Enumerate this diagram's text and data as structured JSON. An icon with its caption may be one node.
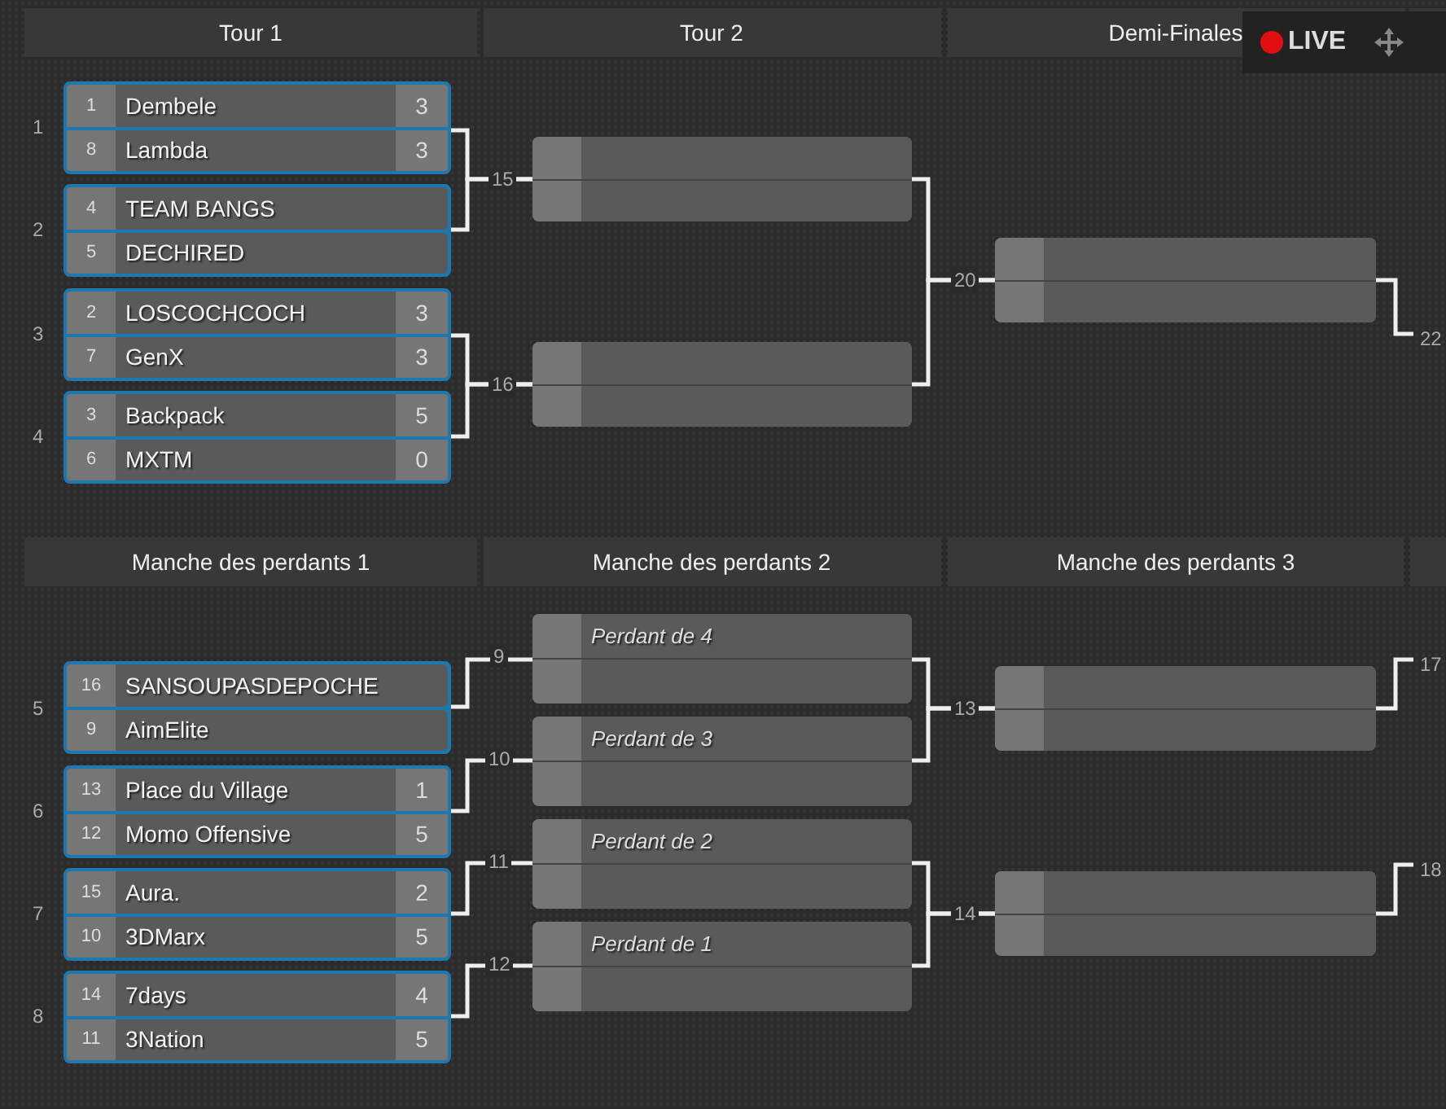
{
  "diagram": {
    "nodes": [
      {
        "text": [
          "1",
          "Dembele",
          "3",
          "8",
          "Lambda",
          "3"
        ],
        "beside": [
          "1"
        ]
      },
      {
        "text": [
          "4",
          "TEAM BANGS",
          "5",
          "DECHIRED"
        ],
        "beside": [
          "2"
        ]
      },
      {
        "text": [
          "2",
          "LOSCOCHCOCH",
          "3",
          "7",
          "GenX",
          "3"
        ],
        "beside": [
          "3"
        ]
      },
      {
        "text": [
          "3",
          "Backpack",
          "5",
          "6",
          "MXTM",
          "0"
        ],
        "beside": [
          "4"
        ]
      },
      {
        "text": [],
        "shape": "box",
        "beside": [
          "15"
        ]
      },
      {
        "text": [],
        "shape": "box",
        "beside": [
          "16"
        ]
      },
      {
        "text": [],
        "shape": "box",
        "beside": [
          "20"
        ]
      },
      {
        "text": [
          "16",
          "SANSOUPASDEPOCHE",
          "9",
          "AimElite"
        ],
        "beside": [
          "5"
        ]
      },
      {
        "text": [
          "13",
          "Place du Village",
          "1",
          "12",
          "Momo Offensive",
          "5"
        ],
        "beside": [
          "6"
        ]
      },
      {
        "text": [
          "15",
          "Aura.",
          "2",
          "10",
          "3DMarx",
          "5"
        ],
        "beside": [
          "7"
        ]
      },
      {
        "text": [
          "14",
          "7days",
          "4",
          "11",
          "3Nation",
          "5"
        ],
        "beside": [
          "8"
        ]
      },
      {
        "text": [
          "Perdant de 4"
        ],
        "beside": [
          "9"
        ]
      },
      {
        "text": [
          "Perdant de 3"
        ],
        "beside": [
          "10"
        ]
      },
      {
        "text": [
          "Perdant de 2"
        ],
        "beside": [
          "11"
        ]
      },
      {
        "text": [
          "Perdant de 1"
        ],
        "beside": [
          "12"
        ]
      },
      {
        "text": [],
        "shape": "box",
        "beside": [
          "13"
        ]
      },
      {
        "text": [],
        "shape": "box",
        "beside": [
          "14"
        ]
      }
    ],
    "edges": [
      {
        "from": 0,
        "to": 4,
        "arrow": "none"
      },
      {
        "from": 1,
        "to": 4,
        "arrow": "none"
      },
      {
        "from": 2,
        "to": 5,
        "arrow": "none"
      },
      {
        "from": 3,
        "to": 5,
        "arrow": "none"
      },
      {
        "from": 4,
        "to": 6,
        "arrow": "none"
      },
      {
        "from": 5,
        "to": 6,
        "arrow": "none"
      },
      {
        "from": 6,
        "to": null,
        "arrow": "none",
        "label": "22"
      },
      {
        "from": 7,
        "to": 11,
        "arrow": "none"
      },
      {
        "from": 8,
        "to": 12,
        "arrow": "none"
      },
      {
        "from": 9,
        "to": 13,
        "arrow": "none"
      },
      {
        "from": 10,
        "to": 14,
        "arrow": "none"
      },
      {
        "from": 11,
        "to": 15,
        "arrow": "none"
      },
      {
        "from": 12,
        "to": 15,
        "arrow": "none"
      },
      {
        "from": 13,
        "to": 16,
        "arrow": "none"
      },
      {
        "from": 14,
        "to": 16,
        "arrow": "none"
      },
      {
        "from": 15,
        "to": null,
        "arrow": "none",
        "label": "17"
      },
      {
        "from": 16,
        "to": null,
        "arrow": "none",
        "label": "18"
      }
    ],
    "labels": [
      "Tour 1",
      "Tour 2",
      "Demi-Finales",
      "LIVE",
      "Manche des perdants 1",
      "Manche des perdants 2",
      "Manche des perdants 3"
    ]
  }
}
